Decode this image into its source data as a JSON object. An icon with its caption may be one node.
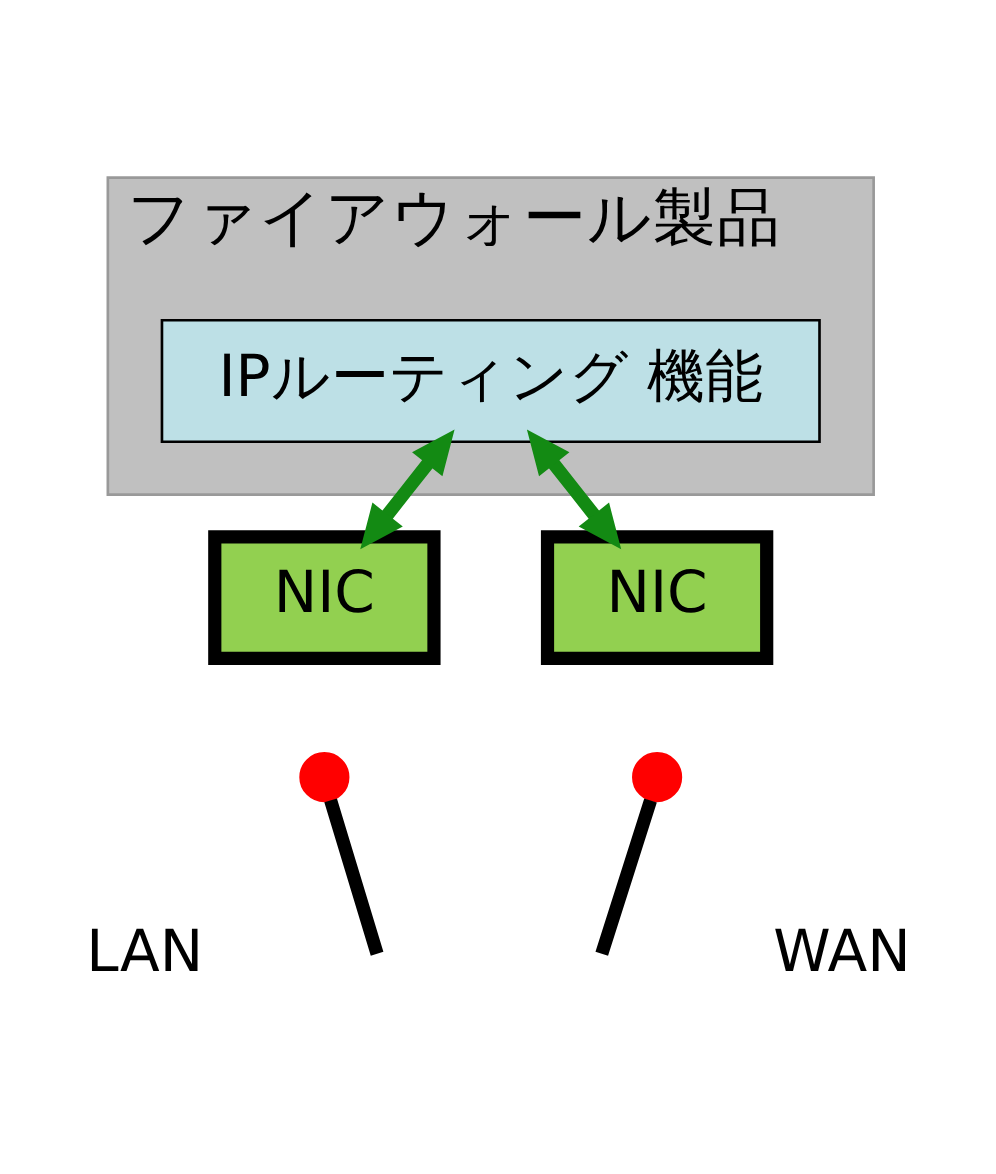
{
  "diagram": {
    "nodes": [
      {
        "text": [
          "ファイアウォール製品"
        ]
      },
      {
        "text": [
          "IPルーティング 機能"
        ],
        "in": 0
      },
      {
        "text": [
          "NIC"
        ]
      },
      {
        "text": [
          "NIC"
        ]
      },
      {
        "text": [],
        "shape": "cross"
      },
      {
        "text": [],
        "shape": "cross"
      }
    ],
    "edges": [
      {
        "from": 1,
        "to": 2,
        "arrow": "both",
        "color": "#138a13"
      },
      {
        "from": 1,
        "to": 3,
        "arrow": "both",
        "color": "#138a13"
      },
      {
        "from": 4,
        "to": null,
        "arrow": "none",
        "color": "#000000"
      },
      {
        "from": 5,
        "to": null,
        "arrow": "none",
        "color": "#000000"
      }
    ],
    "labels": [
      "LAN",
      "WAN"
    ]
  }
}
